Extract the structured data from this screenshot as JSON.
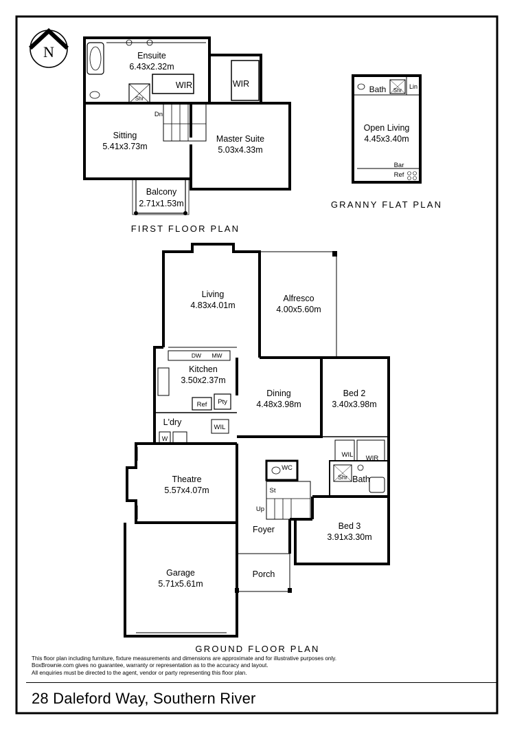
{
  "compass": {
    "letter": "N"
  },
  "first_floor": {
    "title": "FIRST FLOOR PLAN",
    "rooms": {
      "ensuite": {
        "name": "Ensuite",
        "dims": "6.43x2.32m"
      },
      "wir_left": {
        "name": "WIR"
      },
      "wir_right": {
        "name": "WIR"
      },
      "shr": {
        "name": "Shr"
      },
      "dn": {
        "name": "Dn"
      },
      "sitting": {
        "name": "Sitting",
        "dims": "5.41x3.73m"
      },
      "master": {
        "name": "Master Suite",
        "dims": "5.03x4.33m"
      },
      "balcony": {
        "name": "Balcony",
        "dims": "2.71x1.53m"
      }
    }
  },
  "granny_flat": {
    "title": "GRANNY FLAT PLAN",
    "rooms": {
      "bath": {
        "name": "Bath"
      },
      "shr": {
        "name": "Shr"
      },
      "lin": {
        "name": "Lin"
      },
      "open_living": {
        "name": "Open Living",
        "dims": "4.45x3.40m"
      },
      "bar": {
        "name": "Bar"
      },
      "ref": {
        "name": "Ref"
      }
    }
  },
  "ground_floor": {
    "title": "GROUND FLOOR PLAN",
    "rooms": {
      "living": {
        "name": "Living",
        "dims": "4.83x4.01m"
      },
      "alfresco": {
        "name": "Alfresco",
        "dims": "4.00x5.60m"
      },
      "dw": {
        "name": "DW"
      },
      "mw": {
        "name": "MW"
      },
      "kitchen": {
        "name": "Kitchen",
        "dims": "3.50x2.37m"
      },
      "ref": {
        "name": "Ref"
      },
      "pty": {
        "name": "Pty"
      },
      "dining": {
        "name": "Dining",
        "dims": "4.48x3.98m"
      },
      "bed2": {
        "name": "Bed 2",
        "dims": "3.40x3.98m"
      },
      "ldry": {
        "name": "L'dry"
      },
      "wil_ldry": {
        "name": "WIL"
      },
      "w": {
        "name": "W"
      },
      "wil_bed": {
        "name": "WIL"
      },
      "wir_bed": {
        "name": "WIR"
      },
      "theatre": {
        "name": "Theatre",
        "dims": "5.57x4.07m"
      },
      "wc": {
        "name": "WC"
      },
      "shr": {
        "name": "Shr"
      },
      "bath": {
        "name": "Bath"
      },
      "st": {
        "name": "St"
      },
      "up": {
        "name": "Up"
      },
      "foyer": {
        "name": "Foyer"
      },
      "bed3": {
        "name": "Bed 3",
        "dims": "3.91x3.30m"
      },
      "garage": {
        "name": "Garage",
        "dims": "5.71x5.61m"
      },
      "porch": {
        "name": "Porch"
      }
    }
  },
  "disclaimer": [
    "This floor plan including furniture, fixture measurements and dimensions are approximate and for illustrative purposes only.",
    "BoxBrownie.com gives no guarantee, warranty or representation as to the accuracy and layout.",
    "All enquiries must be directed to the agent, vendor or party representing this floor plan."
  ],
  "address": "28 Daleford Way, Southern River"
}
